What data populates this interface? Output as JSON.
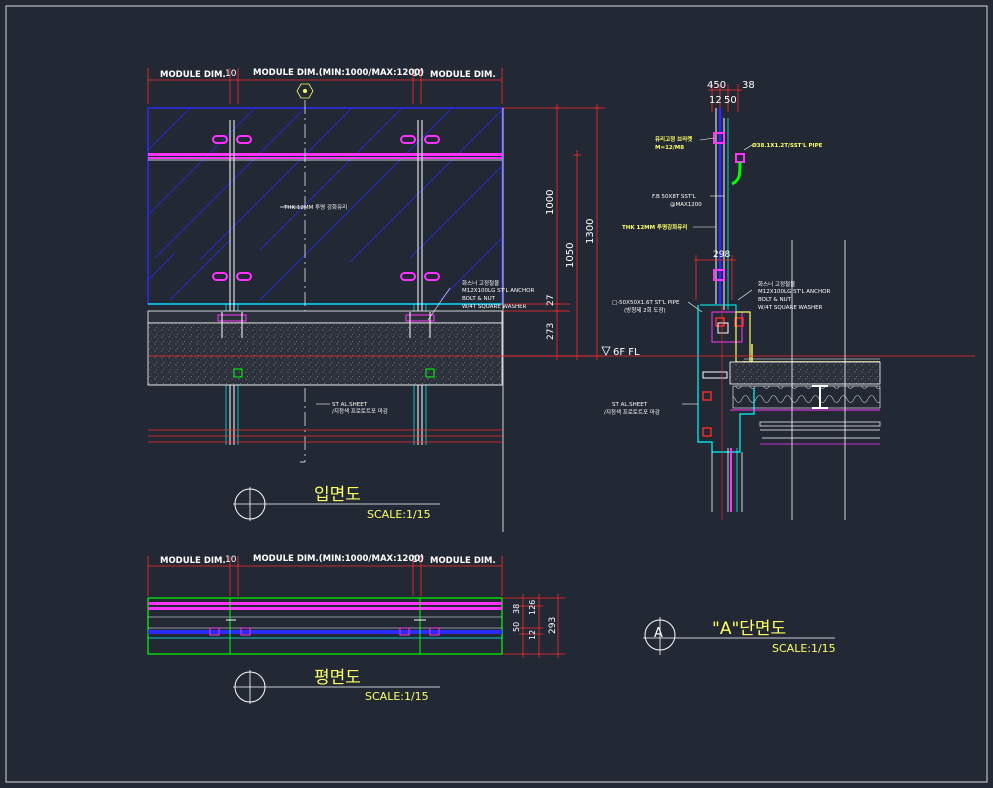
{
  "colors": {
    "background": "#222834",
    "dimension": "#ff2a2a",
    "glass": "#2b2bff",
    "rail": "#ff33ff",
    "frame": "#00ffff",
    "structure": "#ffffff",
    "note": "#ffff66",
    "plan_border": "#00ff00",
    "gray": "#8a8a8a"
  },
  "elevation": {
    "top_dims": {
      "module_left": "MODULE DIM.",
      "gap_left": "10",
      "module_center": "MODULE DIM.(MIN:1000/MAX:1200)",
      "gap_right": "10",
      "module_right": "MODULE DIM."
    },
    "notes": {
      "glass": "THK.12MM 투명 강화유리",
      "anchor_1": "화스너 고정철물",
      "anchor_2": "M12X100LG ST'L ANCHOR",
      "anchor_3": "BOLT & NUT",
      "anchor_4": "W/4T SQUARE WASHER",
      "sheet_1": "ST AL.SHEET",
      "sheet_2": "/지정색 프로토트포 마감"
    },
    "side_dims": {
      "d1000": "1000",
      "d1050": "1050",
      "d1300": "1300",
      "d27": "27",
      "d273": "273"
    },
    "title": "입면도",
    "scale": "SCALE:1/15"
  },
  "plan": {
    "top_dims": {
      "module_left": "MODULE DIM.",
      "gap_left": "10",
      "module_center": "MODULE DIM.(MIN:1000/MAX:1200)",
      "gap_right": "10",
      "module_right": "MODULE DIM."
    },
    "side_dims": {
      "d38": "38",
      "d126": "126",
      "d50": "50",
      "d12": "12",
      "d293": "293"
    },
    "title": "평면도",
    "scale": "SCALE:1/15"
  },
  "section": {
    "top_dims": {
      "d450": "450",
      "d38": "38",
      "d12": "12",
      "d50": "50"
    },
    "notes": {
      "handrail_1": "유리고정 브라켓",
      "handrail_2": "M=12/M8",
      "pipe": "Ø38.1X1.2T/SST'L PIPE",
      "fb_1": "F.B 50X8T SST'L",
      "fb_2": "@MAX1200",
      "glass": "THK 12MM 투명강화유리",
      "d298": "298",
      "anchor_1": "화스너 고정철물",
      "anchor_2": "M12X100LG ST'L ANCHOR",
      "anchor_3": "BOLT & NUT",
      "anchor_4": "W/4T SQUARE WASHER",
      "tube_1": "□-50X50X1.6T ST'L PIPE",
      "tube_2": "(방청제 2회 도장)",
      "fl": "6F FL",
      "sheet_1": "ST AL.SHEET",
      "sheet_2": "/지정색 프로토트포 마감"
    },
    "marker": "A",
    "title": "\"A\"단면도",
    "scale": "SCALE:1/15"
  }
}
